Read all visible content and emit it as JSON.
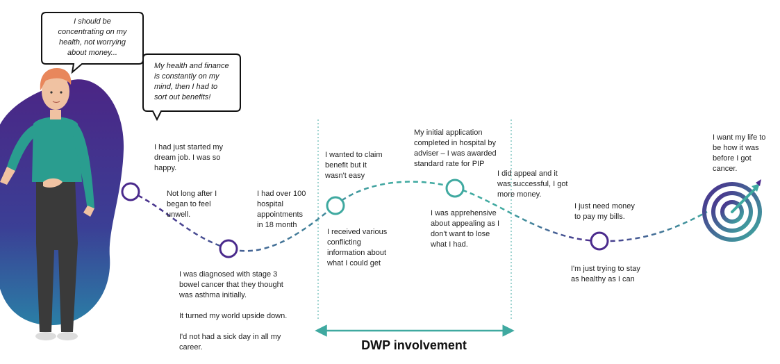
{
  "colors": {
    "purple": "#4a2a8c",
    "teal": "#3fa9a0",
    "blob_dark": "#4b2585",
    "blob_light": "#2a7fa6",
    "shirt": "#2a9d8f",
    "skin": "#f0c2a2",
    "hair": "#e8875c",
    "pants": "#3a3a3a"
  },
  "bubbles": [
    {
      "text": "I should be\nconcentrating on my\nhealth, not worrying\nabout money..."
    },
    {
      "text": "My health and finance\nis constantly on my\nmind, then I had to\nsort out benefits!"
    }
  ],
  "journey": {
    "steps": [
      {
        "above": "I had just started my\ndream job. I was so\nhappy.",
        "below": ""
      },
      {
        "above": "Not long after I\nbegan to feel\nunwell.",
        "below": "I was diagnosed with stage 3\nbowel cancer that they thought\nwas asthma initially.\n\nIt turned my world upside down.\n\nI'd not had a sick day in all my\ncareer."
      },
      {
        "above": "I had over 100\nhospital\nappointments\nin 18 month",
        "below": ""
      },
      {
        "above": "I wanted to claim\nbenefit but it\nwasn't easy",
        "below": "I received various\nconflicting\ninformation about\nwhat I could get"
      },
      {
        "above": "My initial application\ncompleted in hospital by\nadviser – I was awarded\nstandard rate for PIP",
        "below": "I was apprehensive\nabout appealing as I\ndon't want to lose\nwhat I had."
      },
      {
        "above": "I did appeal and it\nwas successful, I got\nmore money.",
        "below": ""
      },
      {
        "above": "I just need money\nto pay my bills.",
        "below": "I'm just trying to stay\nas healthy as I can"
      },
      {
        "above": "I want my life to\nbe how it was\nbefore I got\ncancer.",
        "below": ""
      }
    ]
  },
  "dwp": {
    "label": "DWP involvement"
  },
  "icons": {
    "goal": "target-with-arrow-icon"
  }
}
